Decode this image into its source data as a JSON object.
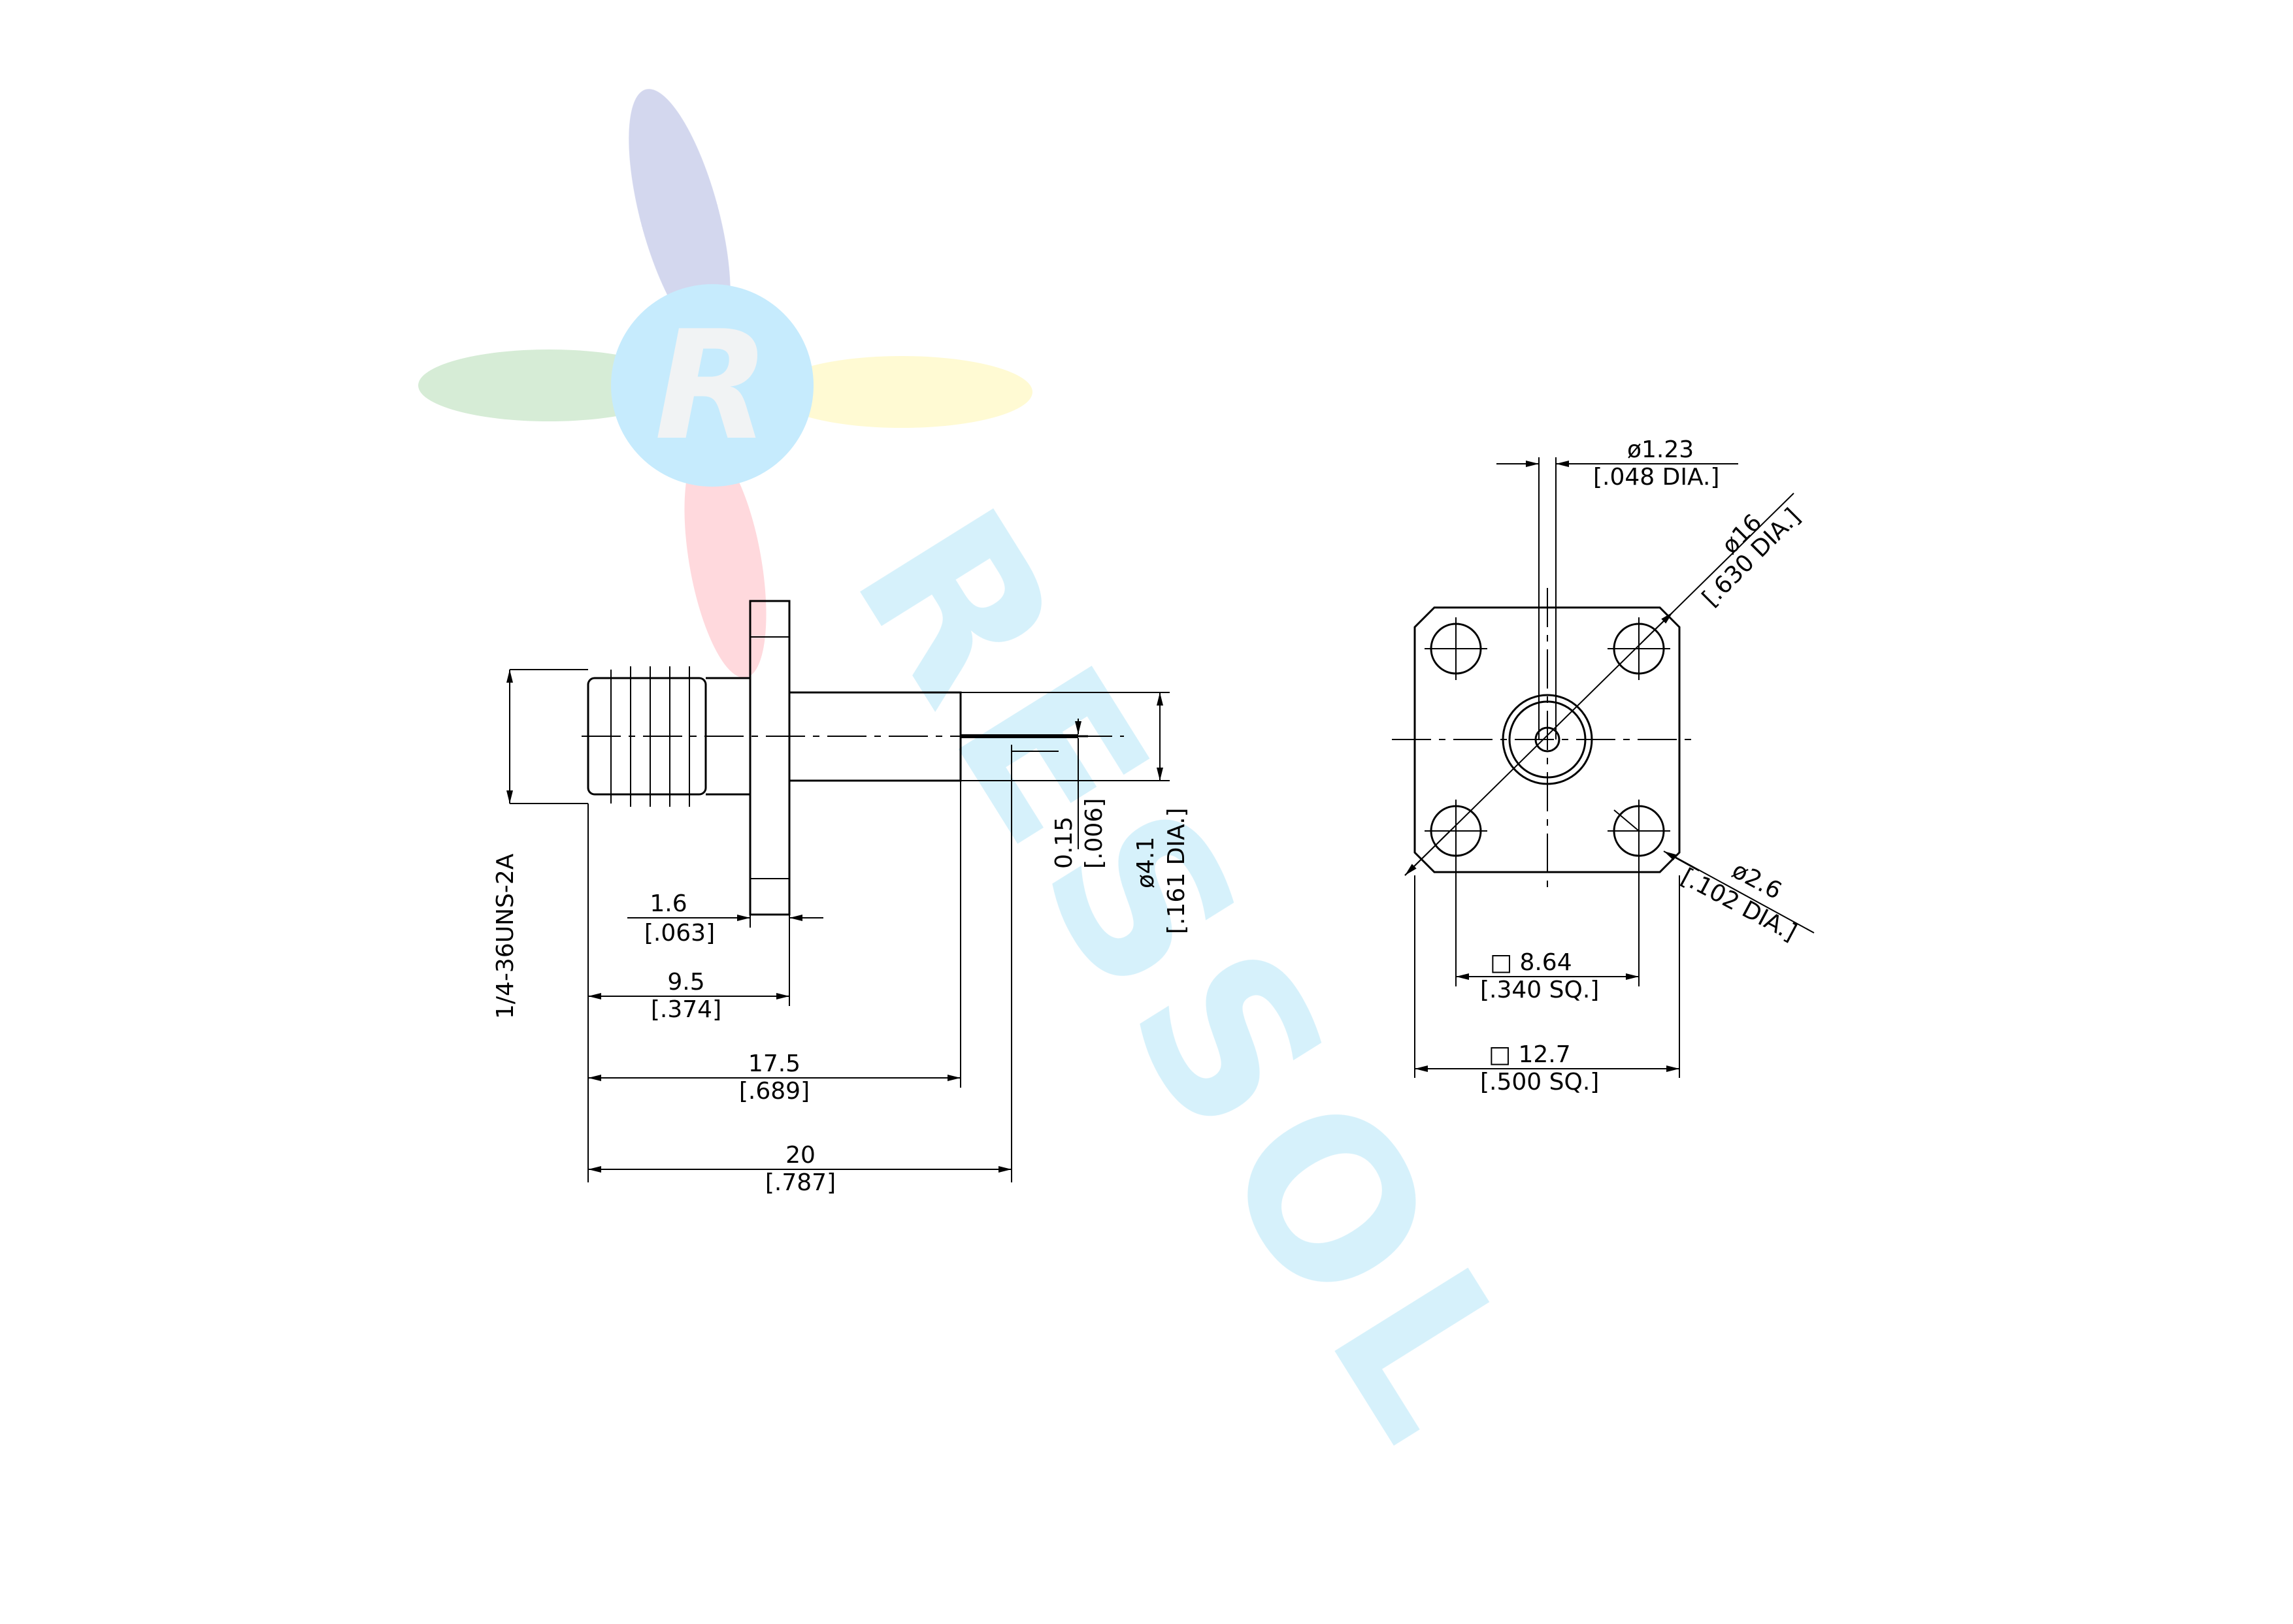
{
  "watermark": {
    "logo_letter": "R",
    "text": "RESSOL",
    "colors": {
      "blue": "#9fa8da",
      "green": "#a5d6a7",
      "yellow": "#fff59d",
      "red": "#ef9a9a",
      "cyan": "#b3e5fc"
    }
  },
  "side_view": {
    "thread": "1/4-36UNS-2A",
    "dim_flange_thickness": {
      "mm": "1.6",
      "inch": "[.063]"
    },
    "dim_body_length": {
      "mm": "9.5",
      "inch": "[.374]"
    },
    "dim_dielectric_length": {
      "mm": "17.5",
      "inch": "[.689]"
    },
    "dim_overall_length": {
      "mm": "20",
      "inch": "[.787]"
    },
    "dim_pin_protrusion": {
      "mm": "0.15",
      "inch": "[.006]"
    },
    "dim_dielectric_dia": {
      "mm": "ø4.1",
      "inch": "[.161 DIA.]"
    }
  },
  "front_view": {
    "dim_pin_dia": {
      "mm": "ø1.23",
      "inch": "[.048 DIA.]"
    },
    "dim_bolt_circle": {
      "mm": "ø16",
      "inch": "[.630 DIA.]"
    },
    "dim_hole_dia": {
      "mm": "ø2.6",
      "inch": "[.102 DIA.]"
    },
    "dim_hole_spacing": {
      "mm": "□ 8.64",
      "inch": "[.340 SQ.]"
    },
    "dim_flange_size": {
      "mm": "□ 12.7",
      "inch": "[.500 SQ.]"
    }
  }
}
